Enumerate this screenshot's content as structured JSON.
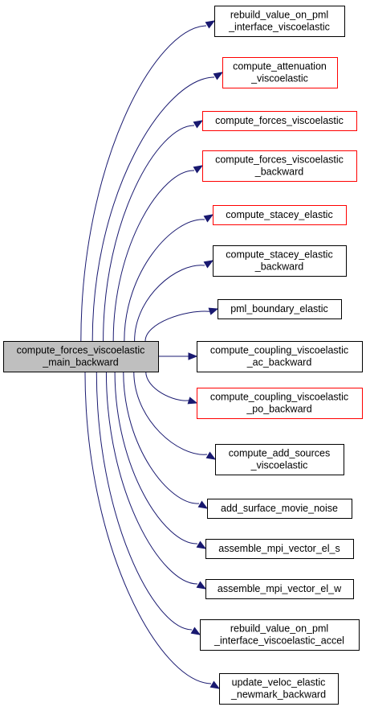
{
  "colors": {
    "edge": "#191970",
    "border_normal": "#000000",
    "border_highlight": "#ff0000",
    "root_fill": "#bfbfbf",
    "node_fill": "#ffffff"
  },
  "root": {
    "lines": [
      "compute_forces_viscoelastic",
      "_main_backward"
    ]
  },
  "callees": [
    {
      "lines": [
        "rebuild_value_on_pml",
        "_interface_viscoelastic"
      ],
      "border": "normal"
    },
    {
      "lines": [
        "compute_attenuation",
        "_viscoelastic"
      ],
      "border": "highlight"
    },
    {
      "lines": [
        "compute_forces_viscoelastic"
      ],
      "border": "highlight"
    },
    {
      "lines": [
        "compute_forces_viscoelastic",
        "_backward"
      ],
      "border": "highlight"
    },
    {
      "lines": [
        "compute_stacey_elastic"
      ],
      "border": "highlight"
    },
    {
      "lines": [
        "compute_stacey_elastic",
        "_backward"
      ],
      "border": "normal"
    },
    {
      "lines": [
        "pml_boundary_elastic"
      ],
      "border": "normal"
    },
    {
      "lines": [
        "compute_coupling_viscoelastic",
        "_ac_backward"
      ],
      "border": "normal"
    },
    {
      "lines": [
        "compute_coupling_viscoelastic",
        "_po_backward"
      ],
      "border": "highlight"
    },
    {
      "lines": [
        "compute_add_sources",
        "_viscoelastic"
      ],
      "border": "normal"
    },
    {
      "lines": [
        "add_surface_movie_noise"
      ],
      "border": "normal"
    },
    {
      "lines": [
        "assemble_mpi_vector_el_s"
      ],
      "border": "normal"
    },
    {
      "lines": [
        "assemble_mpi_vector_el_w"
      ],
      "border": "normal"
    },
    {
      "lines": [
        "rebuild_value_on_pml",
        "_interface_viscoelastic_accel"
      ],
      "border": "normal"
    },
    {
      "lines": [
        "update_veloc_elastic",
        "_newmark_backward"
      ],
      "border": "normal"
    }
  ]
}
